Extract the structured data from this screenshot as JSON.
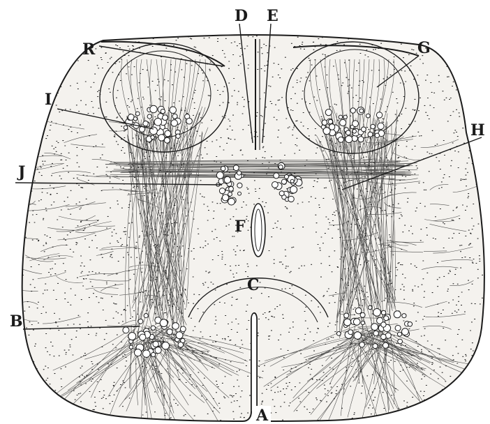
{
  "figure": {
    "labels": {
      "A": "A",
      "B": "B",
      "C": "C",
      "D": "D",
      "E": "E",
      "F": "F",
      "G": "G",
      "H": "H",
      "I": "I",
      "J": "J",
      "R": "R"
    },
    "colors": {
      "ink": "#1b1b1b",
      "paper": "#ffffff",
      "tissue": "#f4f2ee"
    }
  }
}
